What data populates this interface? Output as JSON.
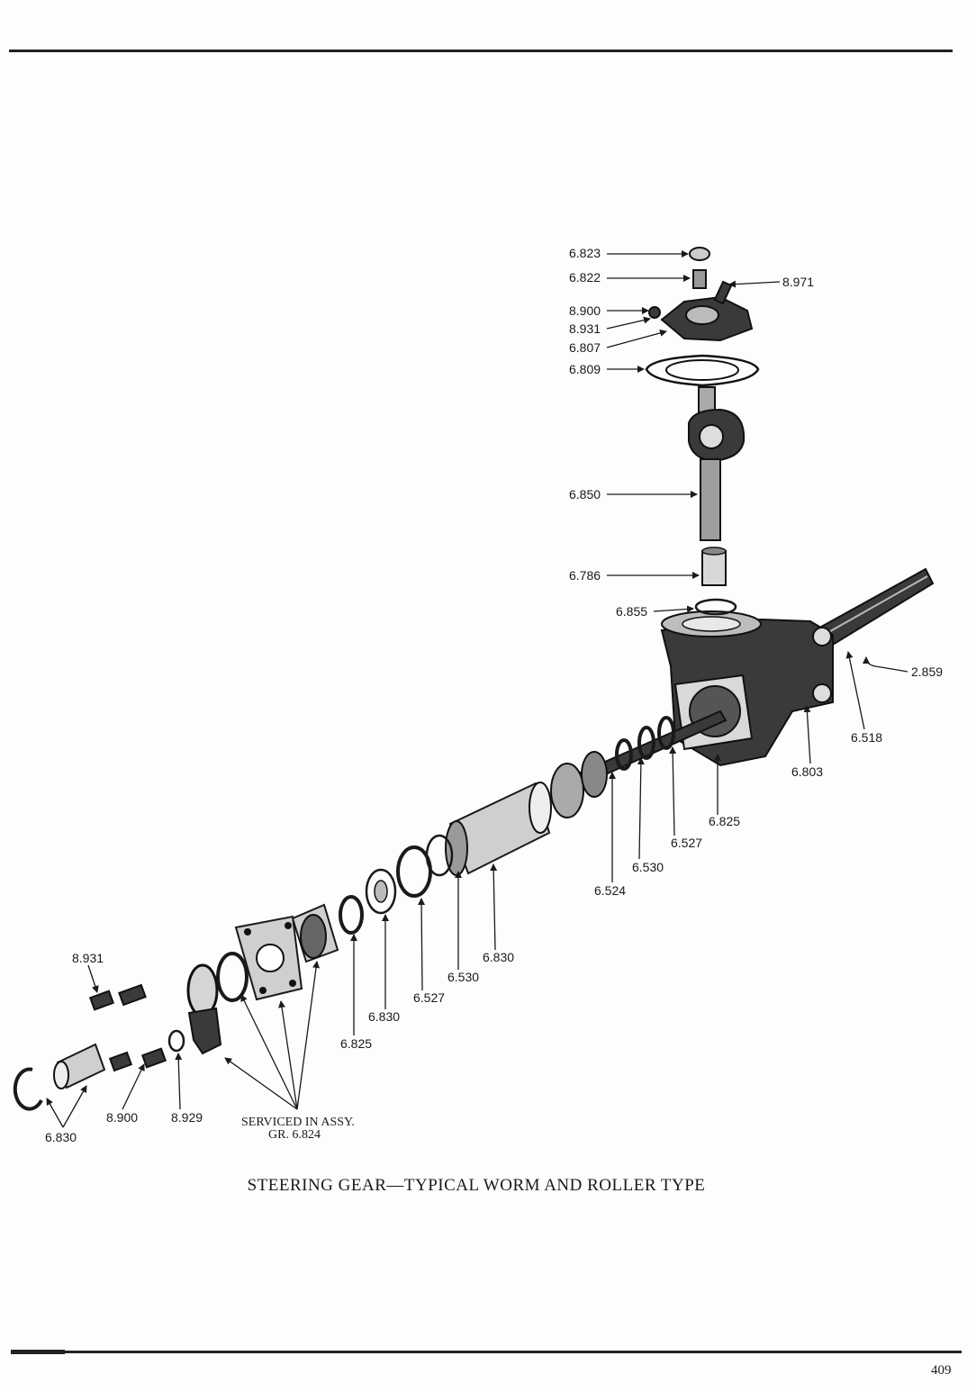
{
  "caption": "STEERING GEAR—TYPICAL WORM AND ROLLER TYPE",
  "page_number": "409",
  "serviced_note": {
    "line1": "SERVICED IN ASSY.",
    "line2": "GR. 6.824"
  },
  "callouts": [
    "6.823",
    "6.822",
    "8.971",
    "8.900",
    "8.931",
    "6.807",
    "6.809",
    "6.850",
    "6.786",
    "6.855",
    "2.859",
    "6.518",
    "6.803",
    "6.825",
    "6.527",
    "6.530",
    "6.524",
    "6.830",
    "6.530",
    "6.527",
    "6.830",
    "6.825",
    "8.931",
    "8.900",
    "8.929",
    "6.830"
  ]
}
